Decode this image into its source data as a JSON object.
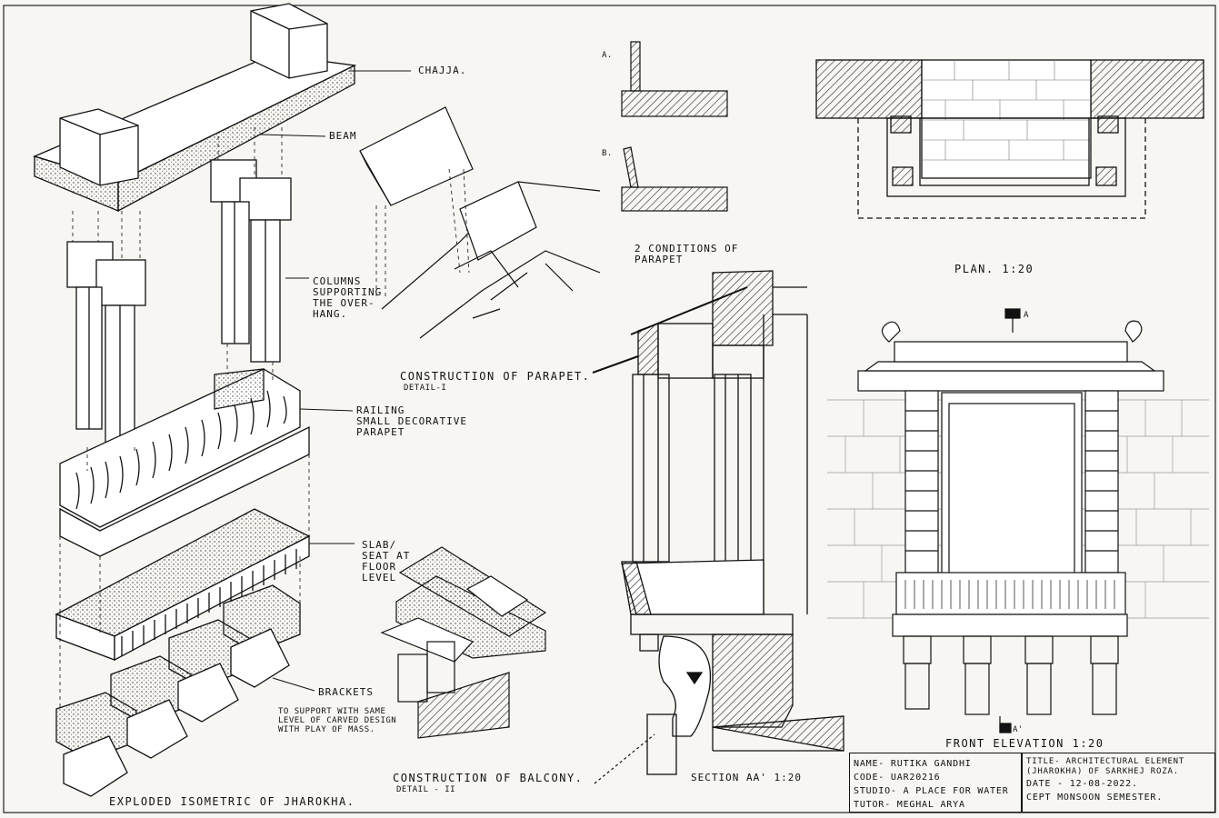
{
  "labels": {
    "chajja": "CHAJJA.",
    "beam": "BEAM",
    "columns": "COLUMNS\nSUPPORTING\nTHE OVER-\nHANG.",
    "railing": "RAILING\nSMALL DECORATIVE\nPARAPET",
    "slab": "SLAB/\nSEAT AT\nFLOOR\nLEVEL",
    "brackets": "BRACKETS",
    "brackets_note": "TO SUPPORT WITH SAME\nLEVEL OF CARVED DESIGN\nWITH PLAY OF MASS.",
    "exploded_title": "EXPLODED ISOMETRIC OF JHAROKHA.",
    "parapet_title": "CONSTRUCTION OF PARAPET.",
    "parapet_detail": "DETAIL-I",
    "cond_a": "A.",
    "cond_b": "B.",
    "two_conditions": "2 CONDITIONS OF\nPARAPET",
    "plan_title": "PLAN. 1:20",
    "section_title": "SECTION AA' 1:20",
    "balcony_title": "CONSTRUCTION OF BALCONY.",
    "balcony_detail": "DETAIL - II",
    "elevation_title": "FRONT ELEVATION 1:20",
    "marker_a": "A",
    "marker_a2": "A'"
  },
  "title_block": {
    "name": "NAME- RUTIKA GANDHI",
    "code": "CODE- UAR20216",
    "studio": "STUDIO- A PLACE FOR WATER",
    "tutor": "TUTOR- MEGHAL ARYA",
    "title": "TITLE- ARCHITECTURAL ELEMENT\n(JHAROKHA) OF SARKHEJ ROZA.",
    "date": "DATE - 12-08-2022.",
    "semester": "CEPT MONSOON SEMESTER."
  }
}
